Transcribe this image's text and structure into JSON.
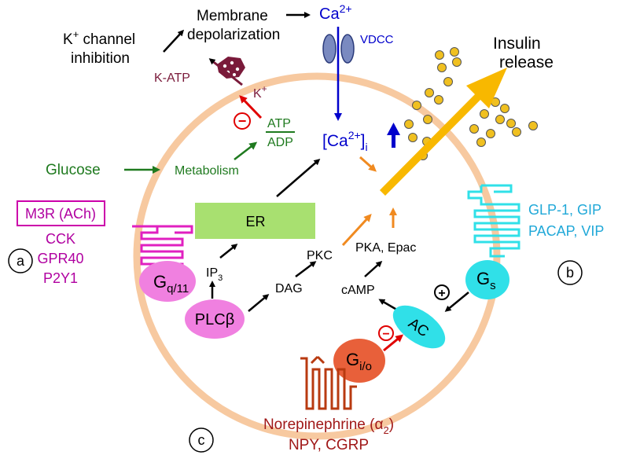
{
  "labels": {
    "k_channel_line1": "K",
    "k_channel_sup": "+",
    "k_channel_line1_rest": " channel",
    "k_channel_line2": "inhibition",
    "membrane_line1": "Membrane",
    "membrane_line2": "depolarization",
    "ca_top": "Ca",
    "ca_top_sup": "2+",
    "vdcc": "VDCC",
    "insulin_line1": "Insulin",
    "insulin_line2": "release",
    "katp": "K-ATP",
    "k_ion": "K",
    "k_ion_sup": "+",
    "atp": "ATP",
    "adp": "ADP",
    "glucose": "Glucose",
    "metabolism": "Metabolism",
    "cai_open": "[Ca",
    "cai_sup": "2+",
    "cai_close": "]",
    "cai_sub": "i",
    "m3r": "M3R (ACh)",
    "cck": "CCK",
    "gpr40": "GPR40",
    "p2y1": "P2Y1",
    "er": "ER",
    "pkc": "PKC",
    "pka_epac": "PKA, Epac",
    "ip3": "IP",
    "ip3_sub": "3",
    "dag": "DAG",
    "camp": "cAMP",
    "gq_main": "G",
    "gq_sub": "q/11",
    "plc_main": "PLC",
    "plc_greek": "β",
    "gs_main": "G",
    "gs_sub": "s",
    "ac": "AC",
    "gio_main": "G",
    "gio_sub": "i/o",
    "glp1_line1": "GLP-1, GIP",
    "glp1_line2": "PACAP, VIP",
    "nor_line1": "Norepinephrine (",
    "nor_alpha": "α",
    "nor_alpha_sub": "2",
    "nor_close": ")",
    "nor_line2": "NPY, CGRP",
    "panel_a": "a",
    "panel_b": "b",
    "panel_c": "c",
    "minus_sign": "−",
    "plus_sign": "+"
  },
  "colors": {
    "cell_membrane": "#f7c9a0",
    "calcium_blue": "#0000cc",
    "katp_maroon": "#7a1a3a",
    "metabolism_green": "#1f7a1f",
    "gq_magenta": "#e020c0",
    "gq_pink": "#f080e0",
    "gs_cyan": "#30e0e8",
    "gs_text_cyan": "#20a8d8",
    "gio_red": "#e8603a",
    "gio_dark": "#b83a10",
    "er_green": "#a8e070",
    "insulin_orange": "#f8b800",
    "granule_fill": "#f0c020",
    "inhibit_red": "#e00000",
    "text_dark_red": "#a01818",
    "orange_arrow": "#f08a20"
  }
}
